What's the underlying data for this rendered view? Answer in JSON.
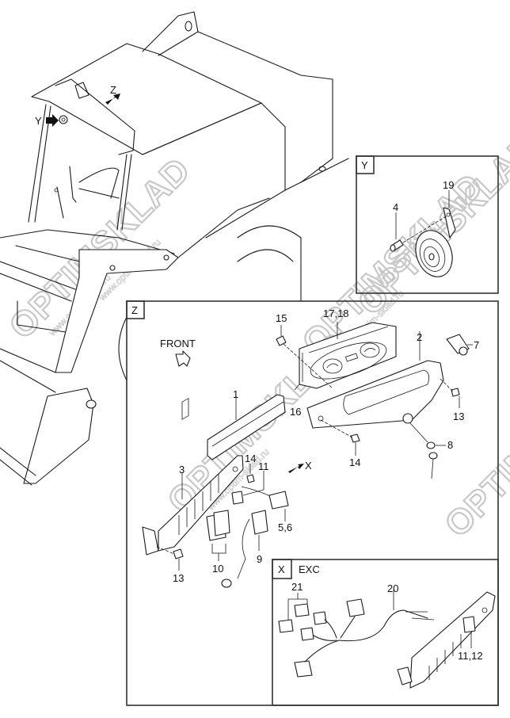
{
  "diagram": {
    "type": "exploded-parts-diagram",
    "subject": "Cab dashboard / instrument panel assembly with horn",
    "view_markers": [
      {
        "id": "Z",
        "label": "Z"
      },
      {
        "id": "Y",
        "label": "Y"
      },
      {
        "id": "X",
        "label": "X"
      }
    ],
    "panels": {
      "Y": {
        "tag": "Y"
      },
      "Z": {
        "tag": "Z",
        "front_label": "FRONT"
      },
      "X": {
        "tag": "X",
        "subtitle": "EXC"
      }
    },
    "callouts": {
      "p1": "1",
      "p2": "2",
      "p3": "3",
      "p4": "4",
      "p56": "5,6",
      "p7": "7",
      "p8": "8",
      "p9": "9",
      "p10": "10",
      "p11": "11",
      "p1112": "11,12",
      "p13a": "13",
      "p13b": "13",
      "p14a": "14",
      "p14b": "14",
      "p15": "15",
      "p16": "16",
      "p1718": "17,18",
      "p19": "19",
      "p20": "20",
      "p21": "21"
    },
    "watermark": {
      "brand": "OPTIMSKLAD",
      "url": "www.optim-sklad.ru"
    }
  }
}
